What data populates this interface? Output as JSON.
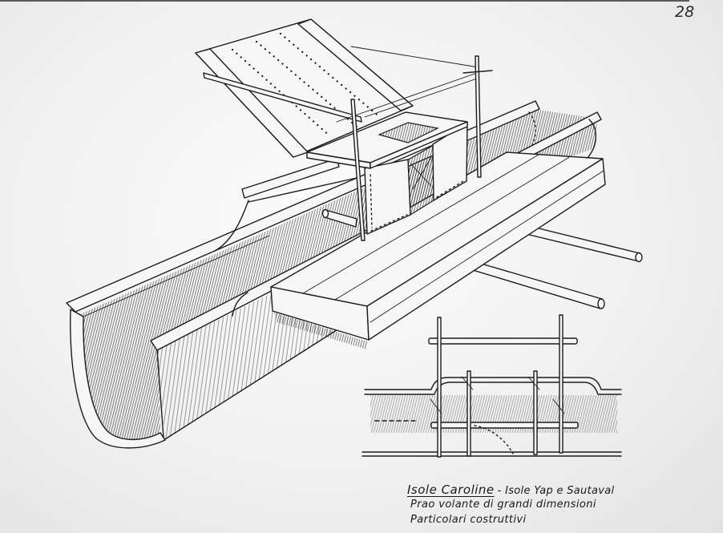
{
  "page_number": "28",
  "caption": {
    "title": "Isole Caroline",
    "location": "- Isole Yap e Sautaval",
    "subject": "Prao volante di grandi dimensioni",
    "detail": "Particolari costruttivi"
  },
  "colors": {
    "ink": "#1c1c1c",
    "paper": "#f6f6f6"
  }
}
